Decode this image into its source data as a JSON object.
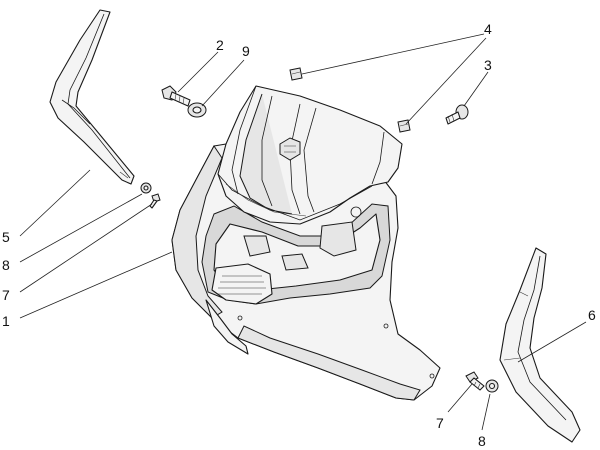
{
  "callouts": {
    "c1": "1",
    "c2": "2",
    "c3": "3",
    "c4": "4",
    "c5": "5",
    "c6": "6",
    "c7_left": "7",
    "c7_right": "7",
    "c8_left": "8",
    "c8_right": "8",
    "c9": "9"
  }
}
